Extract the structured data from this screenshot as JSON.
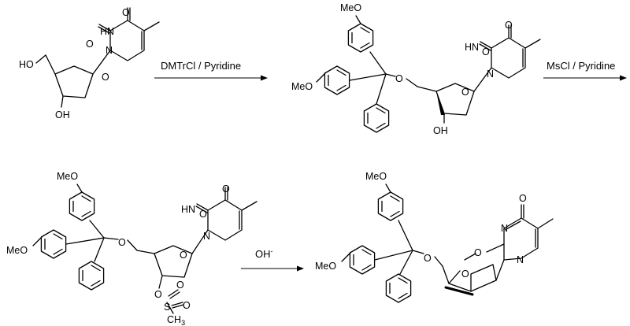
{
  "reagents": {
    "step1": "DMTrCl / Pyridine",
    "step2": "MsCl / Pyridine",
    "step3": "OH",
    "step3_charge": "-"
  },
  "atoms": {
    "O": "O",
    "N": "N",
    "HN": "HN",
    "HO": "HO",
    "OH": "OH",
    "MeO": "MeO",
    "S": "S",
    "CH": "CH",
    "three": "3"
  }
}
